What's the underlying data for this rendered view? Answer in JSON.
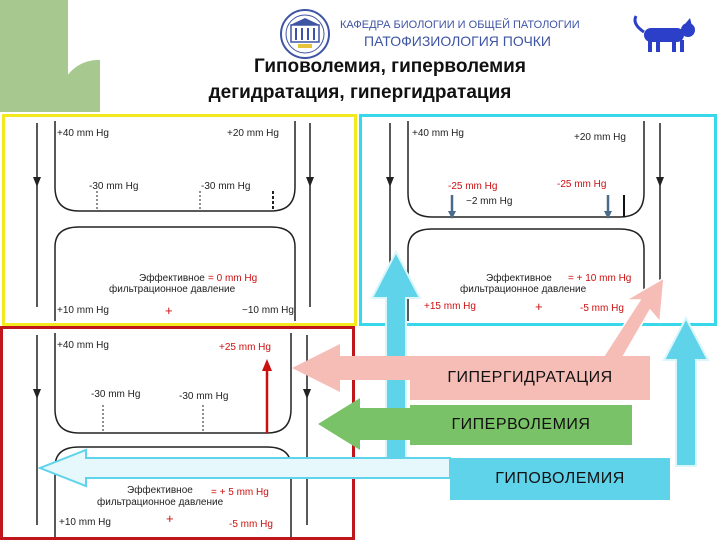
{
  "header": {
    "department": "КАФЕДРА БИОЛОГИИ И ОБЩЕЙ ПАТОЛОГИИ",
    "course": "ПАТОФИЗИОЛОГИЯ ПОЧКИ"
  },
  "title": {
    "line1": "Гиповолемия, гиперволемия",
    "line2": "дегидратация, гипергидратация"
  },
  "panels": {
    "normal": {
      "top_left": "+40 mm Hg",
      "top_right": "+20 mm Hg",
      "mid_left": "-30 mm Hg",
      "mid_right": "-30 mm Hg",
      "eff_label_1": "Эффективное",
      "eff_label_2": "фильтрационное давление",
      "eff_value": "= 0 mm Hg",
      "bot_left": "+10 mm Hg",
      "bot_right": "−10 mm Hg",
      "plus": "+"
    },
    "hypovolemia": {
      "top_left": "+40 mm Hg",
      "top_right": "+20 mm Hg",
      "mid_left": "-25 mm Hg",
      "mid_right": "-25 mm Hg",
      "mid_extra": "−2 mm Hg",
      "eff_label_1": "Эффективное",
      "eff_label_2": "фильтрационное давление",
      "eff_value": "= + 10 mm Hg",
      "bot_left": "+15 mm Hg",
      "bot_right": "-5 mm Hg",
      "plus": "+"
    },
    "hyperhydration": {
      "top_left": "+40 mm Hg",
      "top_right": "+25 mm Hg",
      "mid_left": "-30 mm Hg",
      "mid_right": "-30 mm Hg",
      "eff_label_1": "Эффективное",
      "eff_label_2": "фильтрационное давление",
      "eff_value": "= + 5 mm Hg",
      "bot_left": "+10 mm Hg",
      "bot_right": "-5 mm Hg",
      "plus": "+"
    }
  },
  "labels": {
    "hyperhydration": "ГИПЕРГИДРАТАЦИЯ",
    "hypervolemia": "ГИПЕРВОЛЕМИЯ",
    "hypovolemia": "ГИПОВОЛЕМИЯ"
  },
  "colors": {
    "panel_normal_border": "#f2ea1f",
    "panel_hypo_border": "#38d8ea",
    "panel_hyper_border": "#c0161b",
    "hyperhydration_box": "#f6bcb6",
    "hypervolemia_box": "#79c267",
    "hypovolemia_box": "#5fd3ea",
    "header_text": "#3e55a5",
    "pressure_red": "#cc1010"
  },
  "icons": {
    "logo": "university-emblem",
    "mascot": "blue-dachshund"
  }
}
